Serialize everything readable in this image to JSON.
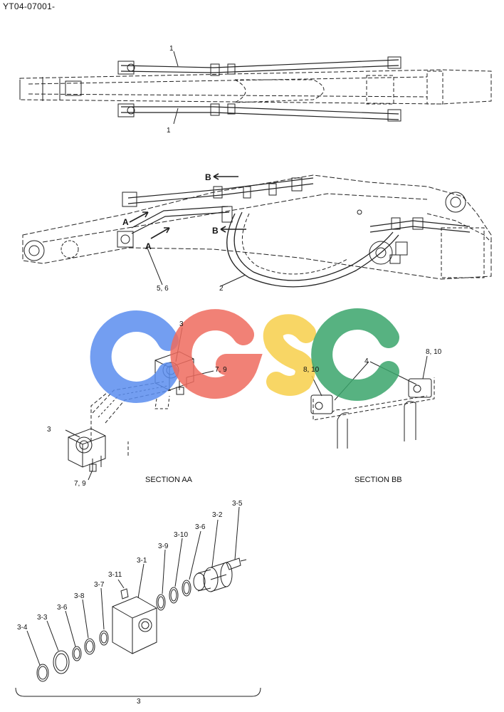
{
  "document_id": "YT04-07001-",
  "callouts": {
    "top_upper": "1",
    "top_lower": "1",
    "mid_5_6": "5, 6",
    "mid_2": "2",
    "mid_A1": "A",
    "mid_A2": "A",
    "mid_B1": "B",
    "mid_B2": "B",
    "aa_3_top": "3",
    "aa_7_9_right": "7, 9",
    "aa_3_left": "3",
    "aa_7_9_bottom": "7, 9",
    "bb_4": "4",
    "bb_8_10_left": "8, 10",
    "bb_8_10_right": "8, 10",
    "exp_3_5": "3-5",
    "exp_3_2": "3-2",
    "exp_3_6a": "3-6",
    "exp_3_10": "3-10",
    "exp_3_9": "3-9",
    "exp_3_1": "3-1",
    "exp_3_11": "3-11",
    "exp_3_7": "3-7",
    "exp_3_8": "3-8",
    "exp_3_6b": "3-6",
    "exp_3_3": "3-3",
    "exp_3_4": "3-4",
    "exp_group": "3"
  },
  "sections": {
    "aa": "SECTION AA",
    "bb": "SECTION BB"
  },
  "watermark": {
    "letters": [
      "C",
      "G",
      "S",
      "C"
    ],
    "colors": [
      "#5b8def",
      "#ee6b5e",
      "#f7cf4a",
      "#3aa56b"
    ]
  }
}
